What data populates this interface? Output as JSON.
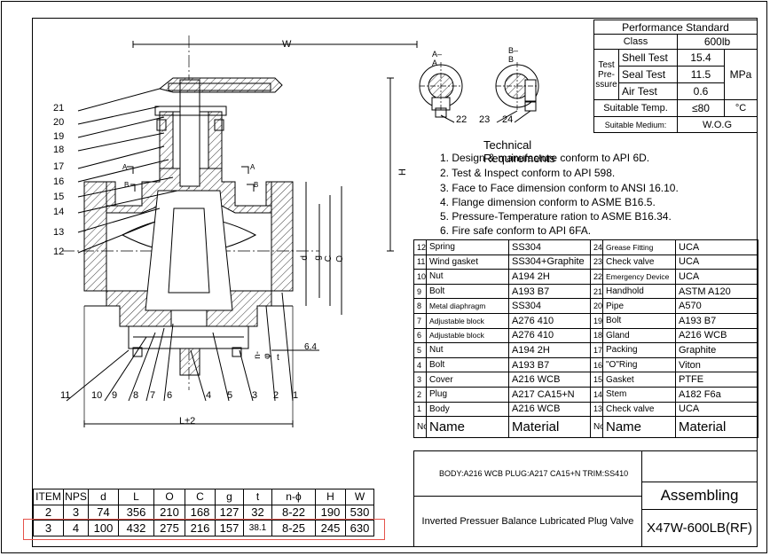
{
  "drawing": {
    "dims": {
      "W": "W",
      "H": "H",
      "d": "d",
      "g": "g",
      "C": "C",
      "O": "O",
      "L": "L±2",
      "t": "t",
      "nphi": "n-φ",
      "gap": "6.4",
      "AA_label": "A–A",
      "BB_label": "B–B",
      "cutA": "A",
      "cutB": "B"
    },
    "balloons": {
      "left": [
        "21",
        "20",
        "19",
        "18",
        "17",
        "16",
        "15",
        "14",
        "13",
        "12"
      ],
      "bottom": [
        "11",
        "10",
        "9",
        "8",
        "7",
        "6",
        "4",
        "5",
        "3",
        "2",
        "1"
      ],
      "detail": [
        "22",
        "23",
        "24"
      ]
    }
  },
  "performance": {
    "title": "Performance Standard",
    "class_label": "Class",
    "class_value": "600lb",
    "test_pressure_label": "Test Pre- ssure",
    "tests": [
      {
        "name": "Shell Test",
        "value": "15.4"
      },
      {
        "name": "Seal Test",
        "value": "11.5"
      },
      {
        "name": "Air Test",
        "value": "0.6"
      }
    ],
    "unit": "MPa",
    "temp_label": "Suitable Temp.",
    "temp_value": "≤80",
    "temp_unit": "°C",
    "medium_label": "Suitable Medium:",
    "medium_value": "W.O.G"
  },
  "requirements": {
    "title": "Technical Requirements",
    "items": [
      "1. Design & manufacture conform to API 6D.",
      "2. Test & Inspect conform to API 598.",
      "3. Face to Face dimension conform to ANSI 16.10.",
      "4. Flange dimension conform to ASME B16.5.",
      "5. Pressure-Temperature ration to ASME B16.34.",
      "6. Fire safe conform to API 6FA."
    ]
  },
  "parts": {
    "left": [
      {
        "no": "12",
        "name": "Spring",
        "material": "SS304"
      },
      {
        "no": "11",
        "name": "Wind gasket",
        "material": "SS304+Graphite"
      },
      {
        "no": "10",
        "name": "Nut",
        "material": "A194 2H"
      },
      {
        "no": "9",
        "name": "Bolt",
        "material": "A193 B7"
      },
      {
        "no": "8",
        "name": "Metal diaphragm",
        "material": "SS304"
      },
      {
        "no": "7",
        "name": "Adjustable block",
        "material": "A276 410"
      },
      {
        "no": "6",
        "name": "Adjustable block",
        "material": "A276 410"
      },
      {
        "no": "5",
        "name": "Nut",
        "material": "A194 2H"
      },
      {
        "no": "4",
        "name": "Bolt",
        "material": "A193 B7"
      },
      {
        "no": "3",
        "name": "Cover",
        "material": "A216 WCB"
      },
      {
        "no": "2",
        "name": "Plug",
        "material": "A217 CA15+N"
      },
      {
        "no": "1",
        "name": "Body",
        "material": "A216 WCB"
      }
    ],
    "right": [
      {
        "no": "24",
        "name": "Grease Fitting",
        "material": "UCA"
      },
      {
        "no": "23",
        "name": "Check valve",
        "material": "UCA"
      },
      {
        "no": "22",
        "name": "Emergency Device",
        "material": "UCA"
      },
      {
        "no": "21",
        "name": "Handhold",
        "material": "ASTM A120"
      },
      {
        "no": "20",
        "name": "Pipe",
        "material": "A570"
      },
      {
        "no": "19",
        "name": "Bolt",
        "material": "A193 B7"
      },
      {
        "no": "18",
        "name": "Gland",
        "material": "A216 WCB"
      },
      {
        "no": "17",
        "name": "Packing",
        "material": "Graphite"
      },
      {
        "no": "16",
        "name": "\"O\"Ring",
        "material": "Viton"
      },
      {
        "no": "15",
        "name": "Gasket",
        "material": "PTFE"
      },
      {
        "no": "14",
        "name": "Stem",
        "material": "A182 F6a"
      },
      {
        "no": "13",
        "name": "Check valve",
        "material": "UCA"
      }
    ],
    "header": {
      "no": "No.",
      "name": "Name",
      "material": "Material"
    }
  },
  "title_block": {
    "materials_note": "BODY:A216 WCB PLUG:A217 CA15+N TRIM:SS410",
    "assembling": "Assembling",
    "description": "Inverted Pressuer Balance Lubricated Plug Valve",
    "model": "X47W-600LB(RF)"
  },
  "dim_table": {
    "headers": [
      "ITEM",
      "NPS",
      "d",
      "L",
      "O",
      "C",
      "g",
      "t",
      "n-ϕ",
      "H",
      "W"
    ],
    "rows": [
      [
        "2",
        "3",
        "74",
        "356",
        "210",
        "168",
        "127",
        "32",
        "8-22",
        "190",
        "530"
      ],
      [
        "3",
        "4",
        "100",
        "432",
        "275",
        "216",
        "157",
        "38.1",
        "8-25",
        "245",
        "630"
      ]
    ],
    "highlight_color": "#e5534b"
  }
}
